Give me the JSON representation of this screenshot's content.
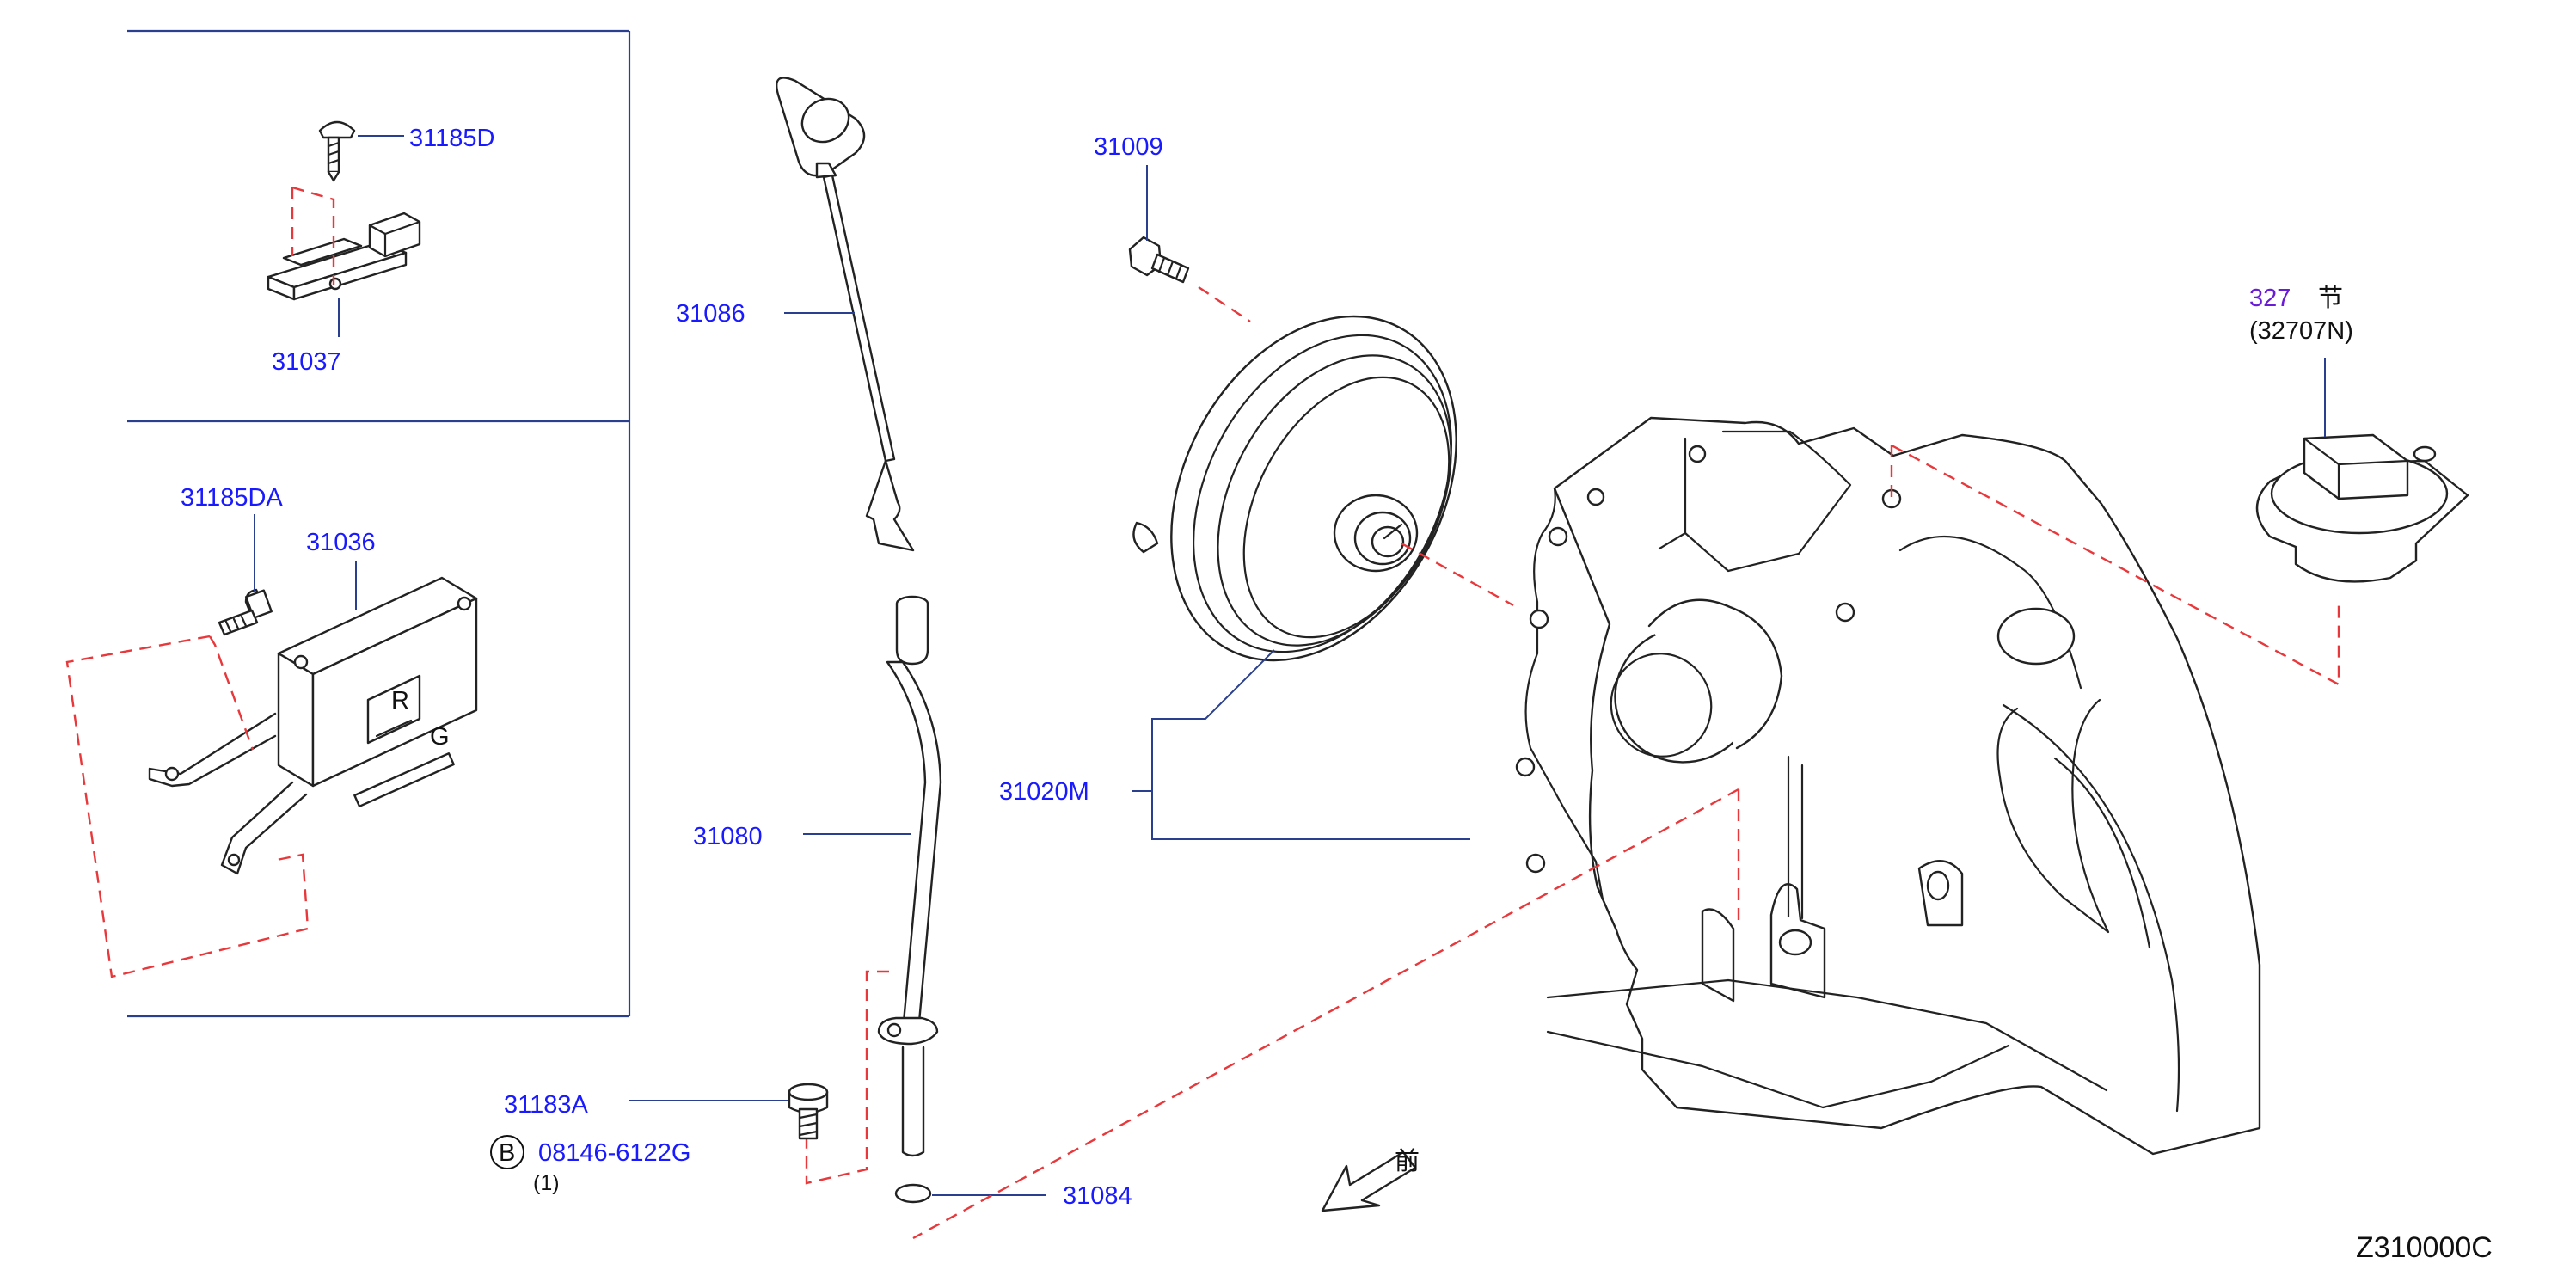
{
  "labels": {
    "p31185D": "31185D",
    "p31037": "31037",
    "p31185DA": "31185DA",
    "p31036": "31036",
    "p31086": "31086",
    "p31080": "31080",
    "p31183A": "31183A",
    "p08146": "08146-6122G",
    "qty": "(1)",
    "circled_b": "B",
    "p31084": "31084",
    "p31009": "31009",
    "p31020M": "31020M",
    "ref327": "327",
    "ref_char": "节",
    "ref32707N": "(32707N)",
    "front_char": "前",
    "diagram_code": "Z310000C"
  },
  "colors": {
    "part_number": "#1a1aff",
    "reference": "#6a1bd6",
    "dashed_guide": "#e8383b",
    "leader_line": "#2a3f8f"
  }
}
